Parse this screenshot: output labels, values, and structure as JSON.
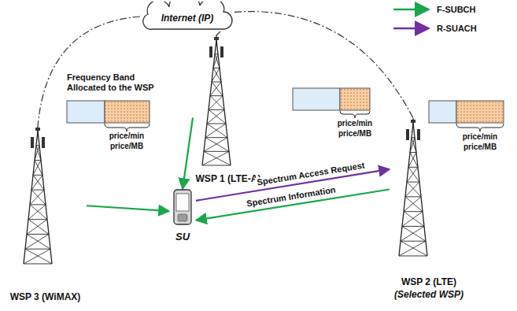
{
  "diagram": {
    "nodes": [
      {
        "text": [
          "Internet (IP)"
        ]
      },
      {
        "text": [
          "WSP 1 (LTE-A)"
        ]
      },
      {
        "text": [
          "WSP 3 (WiMAX)"
        ]
      },
      {
        "text": [
          "SU"
        ]
      },
      {
        "text": [
          "WSP 2 (LTE)",
          "(Selected WSP)"
        ]
      }
    ],
    "edges": [
      {
        "from": 1,
        "to": 3,
        "arrow": "to"
      },
      {
        "from": 2,
        "to": 3,
        "arrow": "to"
      },
      {
        "from": 3,
        "to": 4,
        "arrow": "to",
        "label": "Spectrum Access Request"
      },
      {
        "from": 4,
        "to": 3,
        "arrow": "to",
        "label": "Spectrum Information"
      },
      {
        "from": 0,
        "to": 1,
        "arrow": "none"
      },
      {
        "from": 0,
        "to": 2,
        "arrow": "none"
      },
      {
        "from": 0,
        "to": 4,
        "arrow": "none"
      }
    ],
    "labels": [
      "Frequency Band Allocated to the WSP",
      "price/min",
      "price/MB",
      "price/min",
      "price/MB",
      "price/min",
      "price/MB"
    ],
    "legend": [
      {
        "text": "F-SUBCH"
      },
      {
        "text": "R-SUACH"
      }
    ]
  }
}
